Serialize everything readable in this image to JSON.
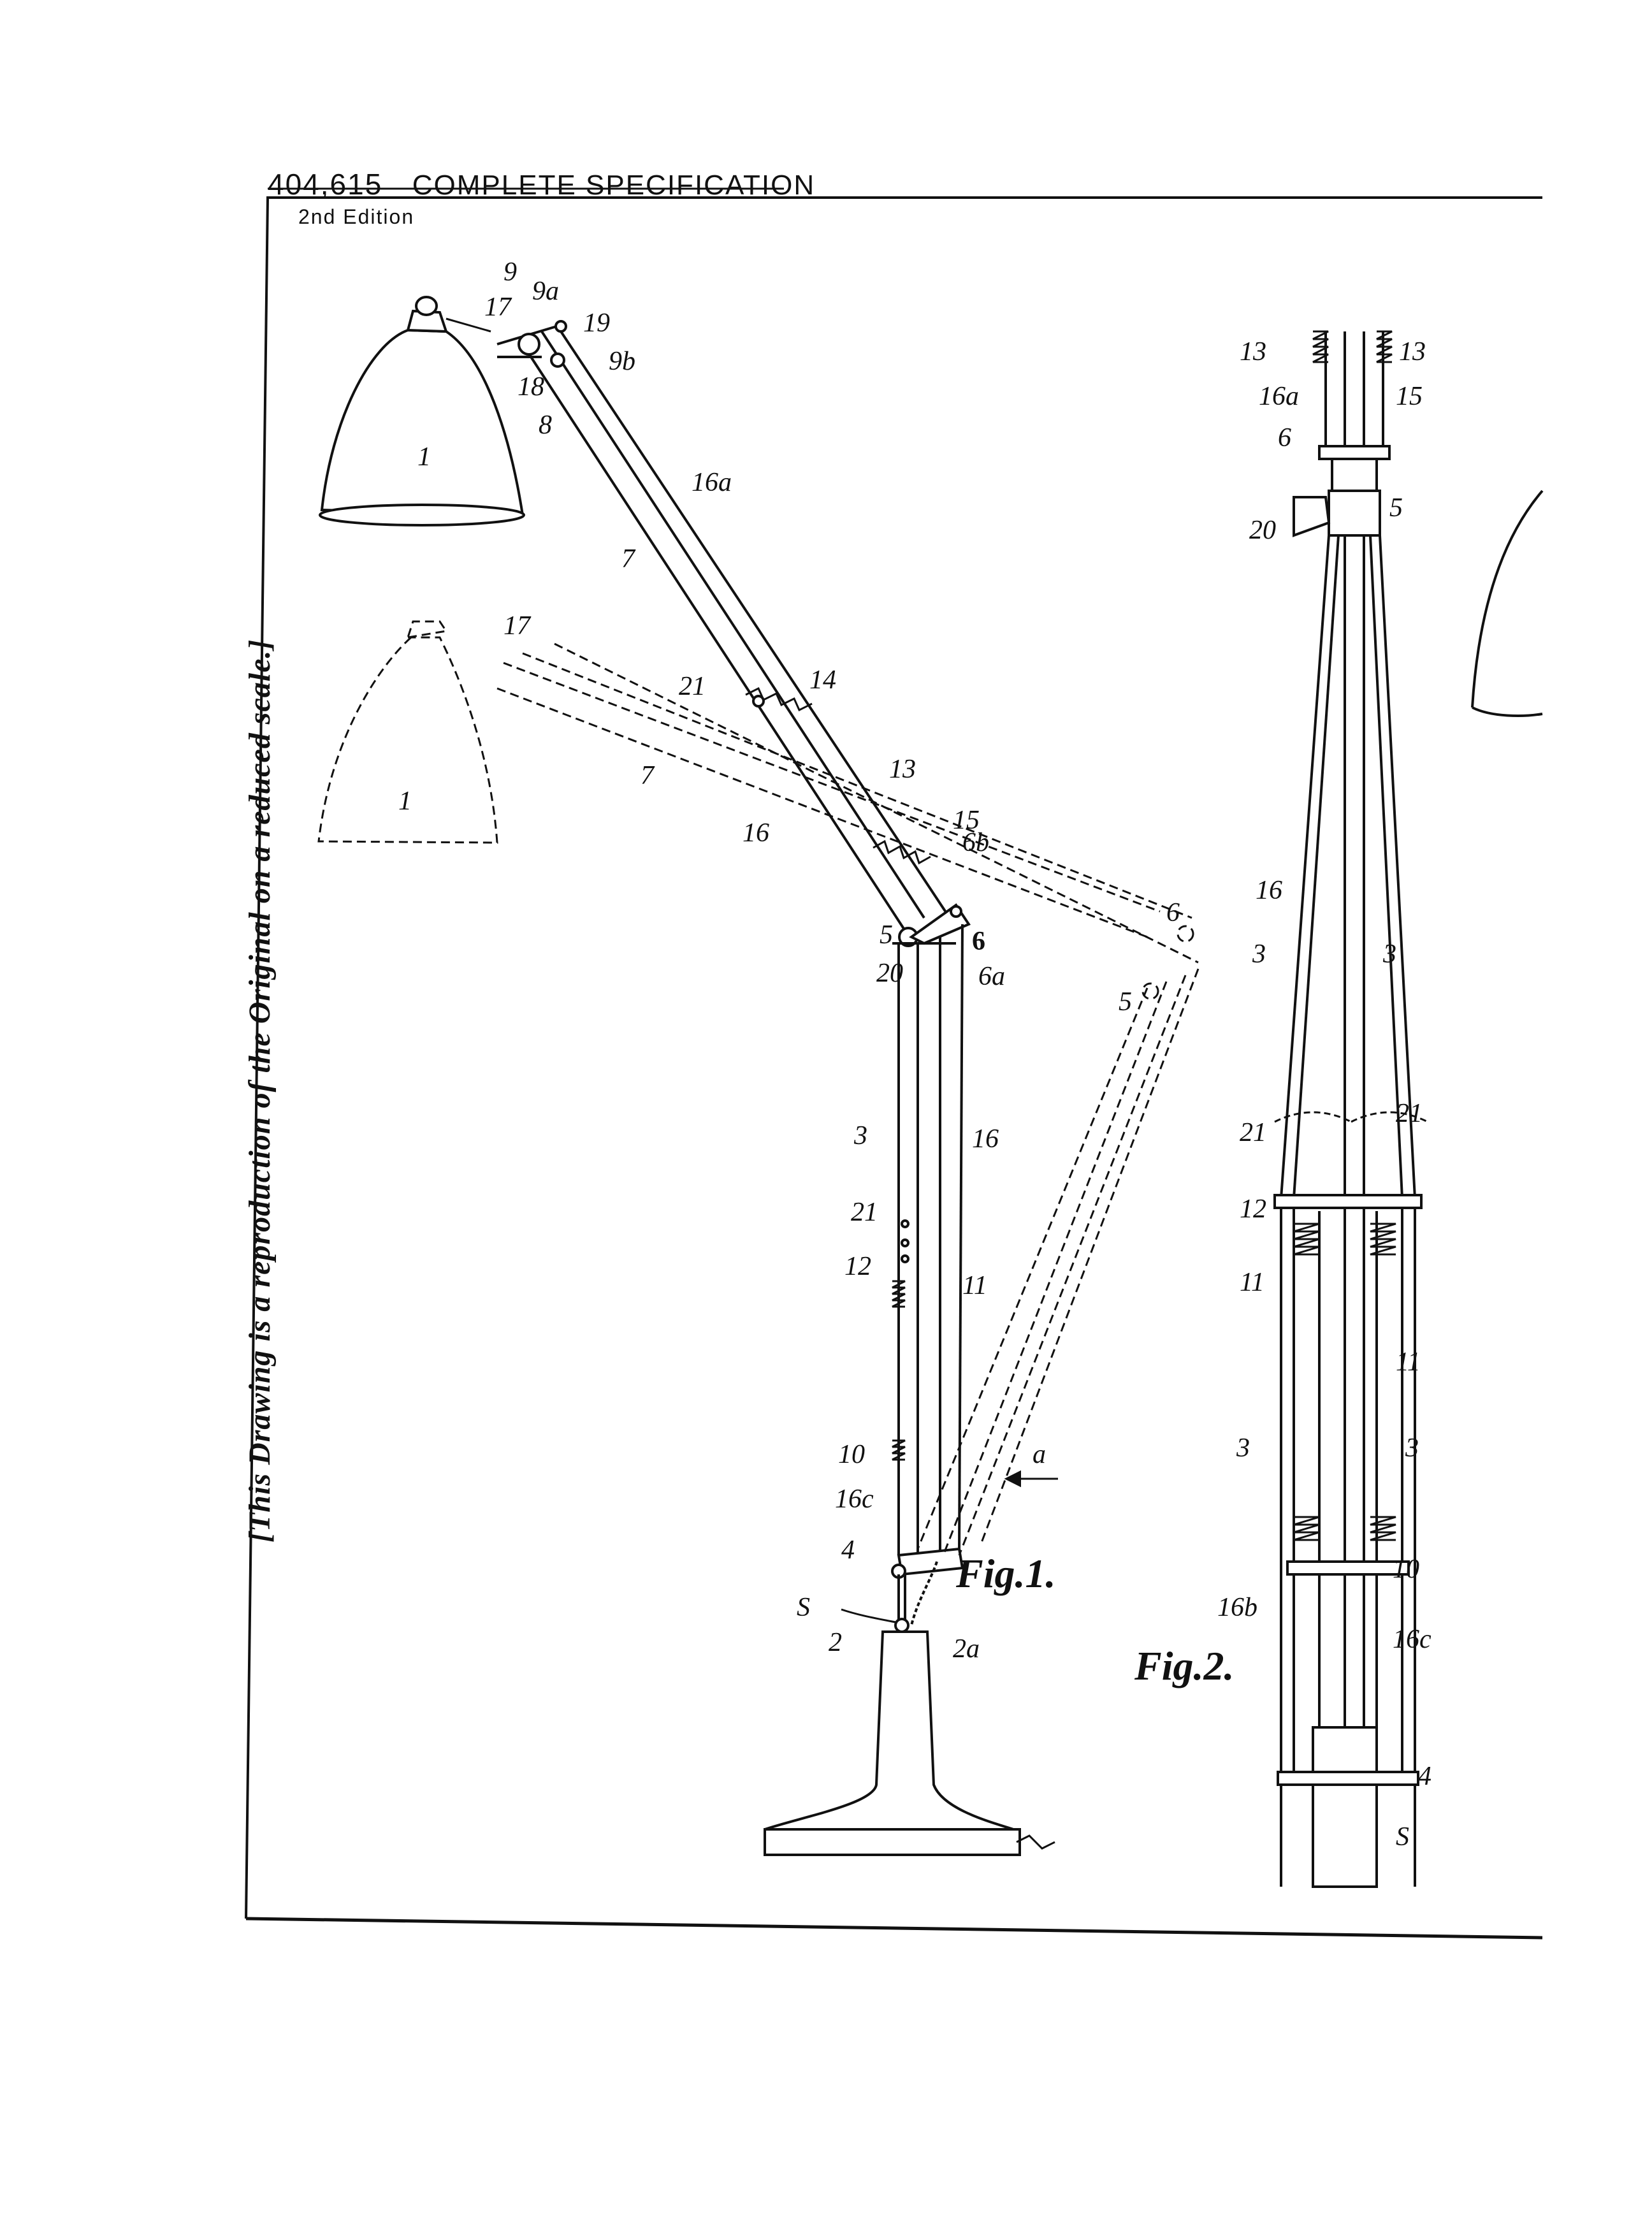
{
  "header": {
    "number": "404,615",
    "title": "COMPLETE SPECIFICATION",
    "edition": "2nd Edition"
  },
  "side_note": "[This Drawing is a reproduction of the Original on a reduced scale.]",
  "figures": {
    "fig1": "Fig.1.",
    "fig2": "Fig.2."
  },
  "fig1_labels": [
    "9",
    "9a",
    "19",
    "9b",
    "17",
    "18",
    "8",
    "1",
    "16a",
    "7",
    "17",
    "21",
    "14",
    "13",
    "1",
    "7",
    "16",
    "15",
    "6b",
    "5",
    "6",
    "20",
    "6a",
    "6",
    "5",
    "3",
    "16",
    "21",
    "12",
    "11",
    "10",
    "a",
    "16c",
    "4",
    "S",
    "2",
    "2a"
  ],
  "fig2_labels": [
    "13",
    "13",
    "16a",
    "15",
    "6",
    "5",
    "20",
    "16",
    "3",
    "3",
    "21",
    "21",
    "12",
    "11",
    "11",
    "3",
    "3",
    "10",
    "16b",
    "16c",
    "4",
    "S"
  ]
}
